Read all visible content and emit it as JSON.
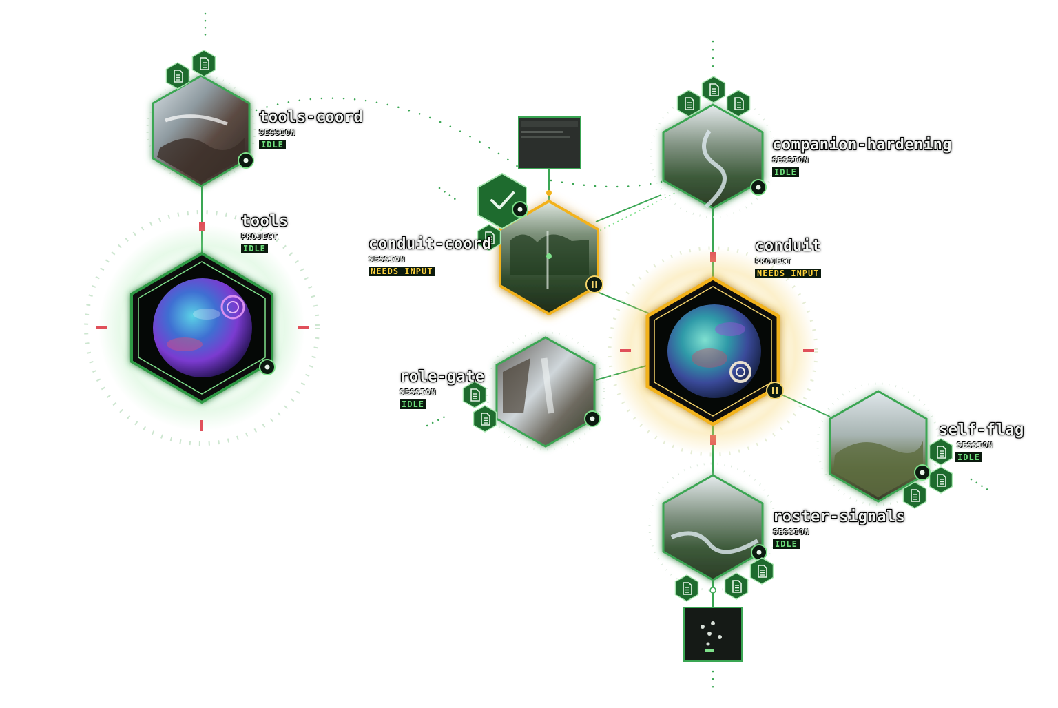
{
  "nodes": [
    {
      "id": "tools-coord",
      "name": "tools-coord",
      "kind": "SESSION",
      "status": "IDLE",
      "status_type": "idle"
    },
    {
      "id": "tools",
      "name": "tools",
      "kind": "PROJECT",
      "status": "IDLE",
      "status_type": "idle"
    },
    {
      "id": "conduit-coord",
      "name": "conduit-coord",
      "kind": "SESSION",
      "status": "NEEDS INPUT",
      "status_type": "needs"
    },
    {
      "id": "companion-hardening",
      "name": "companion-hardening",
      "kind": "SESSION",
      "status": "IDLE",
      "status_type": "idle"
    },
    {
      "id": "conduit",
      "name": "conduit",
      "kind": "PROJECT",
      "status": "NEEDS INPUT",
      "status_type": "needs"
    },
    {
      "id": "role-gate",
      "name": "role-gate",
      "kind": "SESSION",
      "status": "IDLE",
      "status_type": "idle"
    },
    {
      "id": "self-flag",
      "name": "self-flag",
      "kind": "SESSION",
      "status": "IDLE",
      "status_type": "idle"
    },
    {
      "id": "roster-signals",
      "name": "roster-signals",
      "kind": "SESSION",
      "status": "IDLE",
      "status_type": "idle"
    }
  ],
  "colors": {
    "accent_green": "#2f9a45",
    "glow_green": "#7ee08a",
    "needs_input_gold": "#f2b21a",
    "idle_text": "#6ee07c",
    "needs_text": "#ffd23c",
    "tick_red": "#e0505a",
    "badge_fill": "#1e6b2e"
  },
  "icons": {
    "file": "document-icon",
    "check": "checkmark-icon",
    "pause": "pause-icon",
    "status_dot": "status-dot-icon"
  }
}
